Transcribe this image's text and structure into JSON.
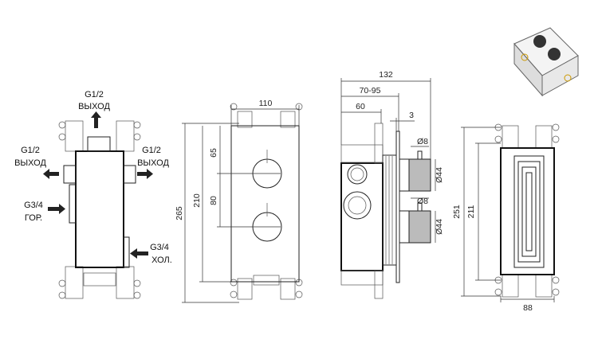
{
  "inlet_outlet_labels": {
    "top_outlet": {
      "size": "G1/2",
      "name": "ВЫХОД"
    },
    "left_outlet": {
      "size": "G1/2",
      "name": "ВЫХОД"
    },
    "right_outlet": {
      "size": "G1/2",
      "name": "ВЫХОД"
    },
    "hot_inlet": {
      "size": "G3/4",
      "name": "ГОР."
    },
    "cold_inlet": {
      "size": "G3/4",
      "name": "ХОЛ."
    }
  },
  "front_view_dims": {
    "width": "110",
    "height_total": "265",
    "height_plate": "210",
    "top_offset": "65",
    "knob_spacing": "80"
  },
  "side_view_dims": {
    "depth_total": "132",
    "depth_range": "70-95",
    "body_depth": "60",
    "plate_thickness": "3",
    "stem_diameter_1": "Ø8",
    "knob_diameter_1": "Ø44",
    "stem_diameter_2": "Ø8",
    "knob_diameter_2": "Ø44"
  },
  "back_view_dims": {
    "height_outer": "251",
    "height_inner": "211",
    "width": "88"
  },
  "colors": {
    "line": "#222222",
    "background": "#ffffff"
  }
}
